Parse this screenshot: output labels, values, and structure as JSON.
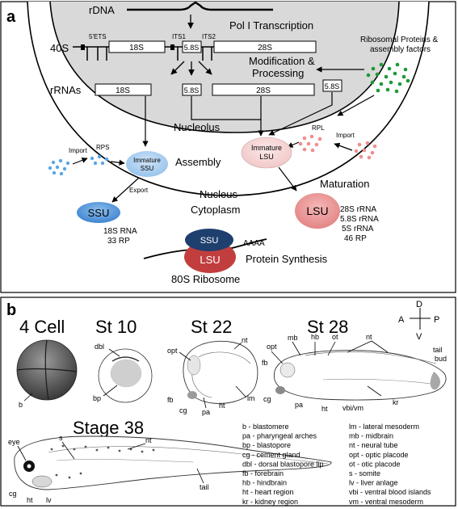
{
  "panel_a": {
    "label": "a",
    "rdna": "rDNA",
    "pol1": "Pol I Transcription",
    "s40": "40S",
    "ets": "5'ETS",
    "its1": "ITS1",
    "its2": "ITS2",
    "r18": "18S",
    "r58": "5.8S",
    "r28": "28S",
    "rrnas": "rRNAs",
    "modification": "Modification &",
    "processing": "Processing",
    "nucleolus": "Nucleolus",
    "rp_assembly_1": "Ribosomal Proteins &",
    "rp_assembly_2": "assembly factors",
    "rpl": "RPL",
    "rps": "RPS",
    "import": "Import",
    "export": "Export",
    "imm_ssu_1": "Immature",
    "imm_ssu_2": "SSU",
    "imm_lsu_1": "Immature",
    "imm_lsu_2": "LSU",
    "assembly": "Assembly",
    "maturation": "Maturation",
    "nucleus": "Nucleus",
    "cytoplasm": "Cytoplasm",
    "ssu": "SSU",
    "lsu": "LSU",
    "ssu_comp": [
      "18S RNA",
      "33 RP"
    ],
    "lsu_comp": [
      "28S rRNA",
      "5.8S rRNA",
      "5S rRNA",
      "46 RP"
    ],
    "aaaa": "AAAA",
    "protein_synthesis": "Protein Synthesis",
    "ribosome_80s": "80S Ribosome"
  },
  "panel_b": {
    "label": "b",
    "stages": {
      "cell4": "4 Cell",
      "st10": "St 10",
      "st22": "St 22",
      "st28": "St 28",
      "st38": "Stage 38"
    },
    "compass": {
      "d": "D",
      "v": "V",
      "a": "A",
      "p": "P"
    },
    "labels": {
      "b": "b",
      "dbl": "dbl",
      "bp": "bp",
      "opt": "opt",
      "nt": "nt",
      "fb": "fb",
      "cg": "cg",
      "pa": "pa",
      "ht": "ht",
      "lm": "lm",
      "mb": "mb",
      "hb": "hb",
      "ot": "ot",
      "tailbud_1": "tail",
      "tailbud_2": "bud",
      "kr": "kr",
      "vbivm": "vbi/vm",
      "eye": "eye",
      "s": "s",
      "lv": "lv",
      "tail": "tail"
    },
    "legend_left": [
      "b - blastomere",
      "pa - pharyngeal arches",
      "bp - blastopore",
      "cg - cement gland",
      "dbl - dorsal blastopore lip",
      "fb - forebrain",
      "hb - hindbrain",
      "ht - heart region",
      "kr - kidney region"
    ],
    "legend_right": [
      "lm - lateral mesoderm",
      "mb - midbrain",
      "nt - neural tube",
      "opt - optic placode",
      "ot - otic placode",
      "s - somite",
      "lv - liver anlage",
      "vbi - ventral blood islands",
      "vm - ventral mesoderm"
    ]
  }
}
